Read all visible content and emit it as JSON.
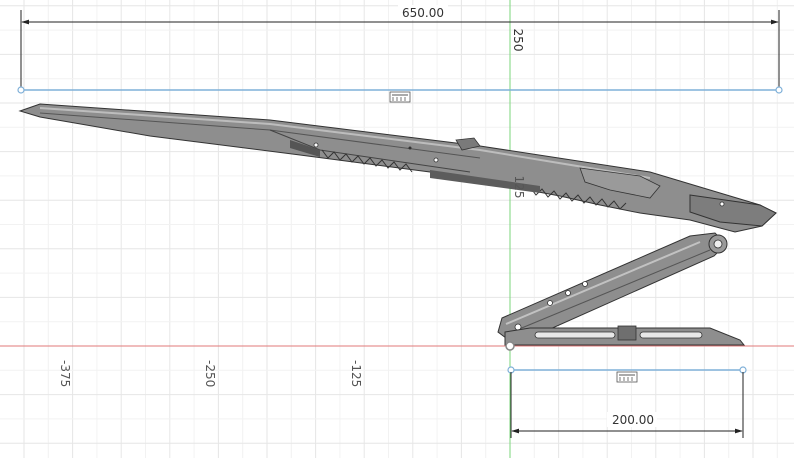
{
  "dimensions": {
    "top_width": "650.00",
    "bottom_width": "200.00",
    "vertical_top": "250",
    "vertical_mid": "125"
  },
  "axis_labels": [
    "-375",
    "-250",
    "-125"
  ],
  "colors": {
    "grid": "#e6e6e6",
    "x_axis": "#e07a7a",
    "y_axis": "#7bd67b",
    "dimension_line": "#222222",
    "constraint_line": "#7fb0d8",
    "body_fill": "#8c8c8c",
    "body_dark": "#4a4a4a"
  },
  "icons": [
    "horizontal-constraint-icon",
    "horizontal-constraint-icon"
  ]
}
